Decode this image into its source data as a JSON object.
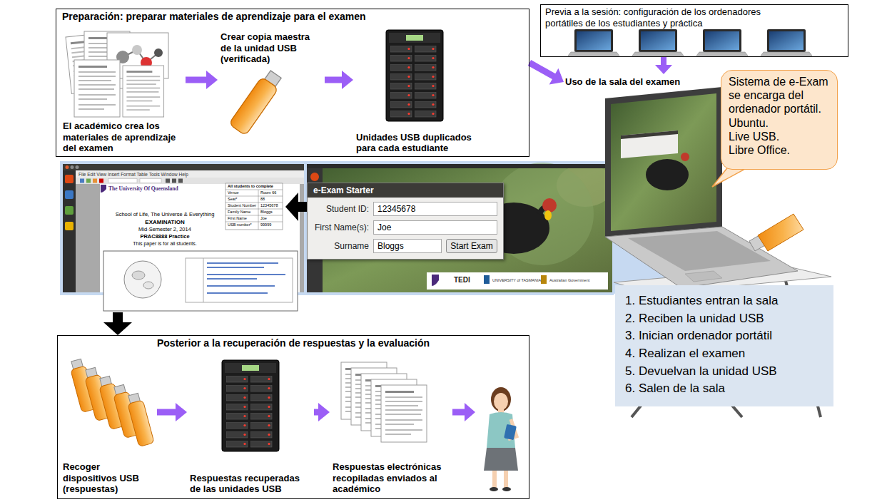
{
  "diagram": {
    "nodes": [
      {
        "text": [
          "Preparación: preparar materiales de aprendizaje para el examen"
        ]
      },
      {
        "text": [
          "El académico crea los materiales de aprendizaje del examen"
        ],
        "in": 0
      },
      {
        "text": [
          "Crear copia maestra de la unidad USB (verificada)"
        ],
        "in": 0
      },
      {
        "text": [
          "Unidades USB duplicados para cada estudiante"
        ],
        "in": 0
      },
      {
        "text": [
          "Previa a la sesión: configuración de los ordenadores portátiles de los estudiantes y práctica"
        ]
      },
      {
        "text": [
          "Uso de la sala del examen"
        ]
      },
      {
        "text": [
          "Sistema de e-Exam se encarga del ordenador portátil.",
          "Ubuntu.",
          "Live USB.",
          "Libre Office."
        ]
      },
      {
        "text": [
          "1. Estudiantes entran la sala",
          "2. Reciben la unidad USB",
          "3. Inician ordenador portátil",
          "4. Realizan el examen",
          "5. Devuelvan la unidad USB",
          "6. Salen de la sala"
        ]
      },
      {
        "text": [
          "e-Exam Starter",
          "Student ID:",
          "12345678",
          "First Name(s):",
          "Joe",
          "Surname",
          "Bloggs",
          "Start Exam"
        ]
      },
      {
        "text": [
          "School of Life, The Universe & Everything",
          "EXAMINATION",
          "Mid-Semester 2, 2014",
          "PRAC8888 Practice",
          "This paper is for all students."
        ]
      },
      {
        "text": [
          "Posterior a la recuperación de respuestas y la evaluación"
        ]
      },
      {
        "text": [
          "Recoger dispositivos USB (respuestas)"
        ],
        "in": 10
      },
      {
        "text": [
          "Respuestas recuperadas de las unidades USB"
        ],
        "in": 10
      },
      {
        "text": [
          "Respuestas electrónicas recopiladas enviados al académico"
        ],
        "in": 10
      }
    ],
    "edges": [
      {
        "from": 1,
        "to": 2,
        "arrow": "to"
      },
      {
        "from": 2,
        "to": 3,
        "arrow": "to"
      },
      {
        "from": 0,
        "to": 5,
        "arrow": "to"
      },
      {
        "from": 4,
        "to": 5,
        "arrow": "to"
      },
      {
        "from": 8,
        "to": 9,
        "arrow": "to"
      },
      {
        "from": 9,
        "to": 10,
        "arrow": "to"
      },
      {
        "from": 11,
        "to": 12,
        "arrow": "to"
      },
      {
        "from": 12,
        "to": 13,
        "arrow": "to"
      }
    ],
    "labels": [
      "File Edit View Insert Format Table Tools Window Help",
      "The University Of Queensland",
      "All students to complete",
      "Venue",
      "Room 66",
      "Seat*",
      "88",
      "Student Number",
      "12345678",
      "Family Name",
      "Bloggs",
      "First Name",
      "Joe",
      "USB number*",
      "99999",
      "TEDI",
      "UNIVERSITY of TASMANIA",
      "Australian Government"
    ]
  }
}
